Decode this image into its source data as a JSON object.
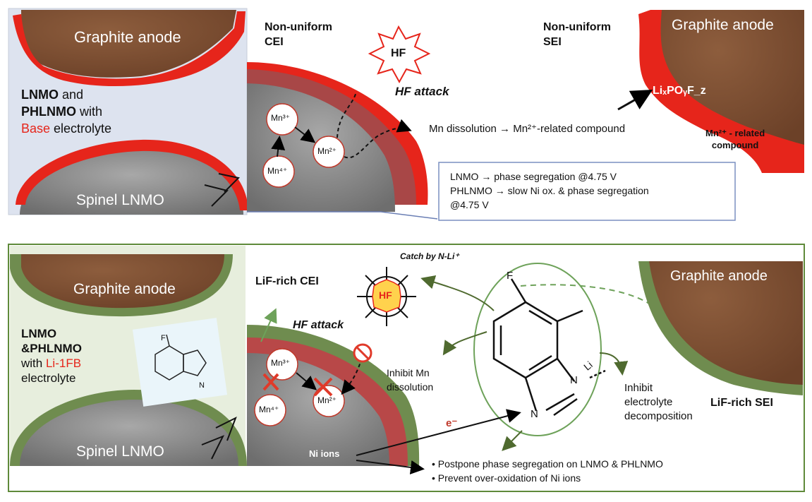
{
  "top": {
    "graphite_left": "Graphite anode",
    "lnmo_line1": "LNMO",
    "lnmo_line1b": " and",
    "lnmo_line2": "PHLNMO",
    "lnmo_line2b": " with",
    "base_red": "Base",
    "base_rest": " electrolyte",
    "spinel": "Spinel LNMO",
    "cei_title_1": "Non-uniform",
    "cei_title_2": "CEI",
    "hf": "HF",
    "hf_attack": "HF attack",
    "mn3": "Mn³⁺",
    "mn2": "Mn²⁺",
    "mn4": "Mn⁴⁺",
    "mn_dissolution": "Mn dissolution → Mn²⁺-related compound",
    "sei_title_1": "Non-uniform",
    "sei_title_2": "SEI",
    "graphite_right": "Graphite anode",
    "lipofz": "LiₓPOᵧF_z",
    "mn2_compound_1": "Mn²⁺ - related",
    "mn2_compound_2": "compound",
    "note_1": "LNMO → phase segregation @4.75 V",
    "note_2": "PHLNMO → slow Ni ox. & phase segregation",
    "note_3": "@4.75 V"
  },
  "bottom": {
    "graphite_left": "Graphite anode",
    "lnmo_line1": "LNMO",
    "lnmo_line2": "&PHLNMO",
    "with": "with ",
    "li1fb": "Li-1FB",
    "electrolyte": "electrolyte",
    "spinel": "Spinel LNMO",
    "lif_cei": "LiF-rich CEI",
    "catch": "Catch by N-Li⁺",
    "hf": "HF",
    "hf_attack": "HF attack",
    "mn3": "Mn³⁺",
    "mn2": "Mn²⁺",
    "mn4": "Mn⁴⁺",
    "inhibit_mn_1": "Inhibit Mn",
    "inhibit_mn_2": "dissolution",
    "e_minus": "e⁻",
    "ni_ions": "Ni ions",
    "inhibit_el_1": "Inhibit",
    "inhibit_el_2": "electrolyte",
    "inhibit_el_3": "decomposition",
    "graphite_right": "Graphite anode",
    "lif_sei": "LiF-rich SEI",
    "bullet_1": "Postpone phase segregation on LNMO & PHLNMO",
    "bullet_2": "Prevent over-oxidation of Ni ions",
    "mol_F": "F",
    "mol_N": "N",
    "mol_Li": "Li"
  },
  "colors": {
    "graphite": "#7a4e32",
    "cei_red": "#e6251b",
    "lif_green": "#6f8c4f",
    "spinel_gray": "#8a8a8a",
    "top_panel_bg": "#dde3ef",
    "bottom_panel_bg": "#e7eedd",
    "frame_green": "#5f8a3a"
  }
}
